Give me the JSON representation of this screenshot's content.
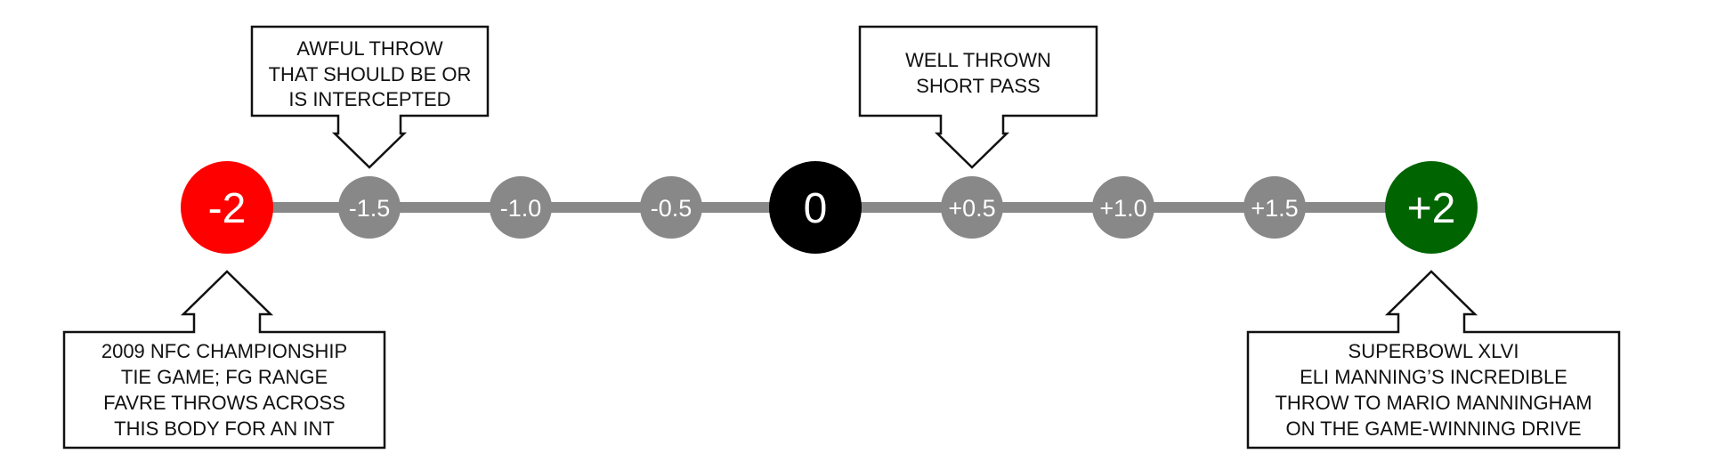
{
  "colors": {
    "track": "#888888",
    "minor_marker": "#888888",
    "negative_extreme": "#ff0000",
    "zero": "#000000",
    "positive_extreme": "#006400",
    "callout_border": "#111111",
    "callout_fill": "#ffffff"
  },
  "scale": {
    "markers": [
      {
        "label": "-2",
        "value": -2,
        "kind": "negative-extreme"
      },
      {
        "label": "-1.5",
        "value": -1.5,
        "kind": "minor"
      },
      {
        "label": "-1.0",
        "value": -1.0,
        "kind": "minor"
      },
      {
        "label": "-0.5",
        "value": -0.5,
        "kind": "minor"
      },
      {
        "label": "0",
        "value": 0,
        "kind": "zero"
      },
      {
        "label": "+0.5",
        "value": 0.5,
        "kind": "minor"
      },
      {
        "label": "+1.0",
        "value": 1.0,
        "kind": "minor"
      },
      {
        "label": "+1.5",
        "value": 1.5,
        "kind": "minor"
      },
      {
        "label": "+2",
        "value": 2,
        "kind": "positive-extreme"
      }
    ]
  },
  "callouts": [
    {
      "target": "-1.5",
      "direction": "above",
      "lines": [
        "AWFUL THROW",
        "THAT SHOULD BE OR",
        "IS INTERCEPTED"
      ]
    },
    {
      "target": "+0.5",
      "direction": "above",
      "lines": [
        "WELL THROWN",
        "SHORT PASS"
      ]
    },
    {
      "target": "-2",
      "direction": "below",
      "lines": [
        "2009 NFC CHAMPIONSHIP",
        "TIE GAME; FG RANGE",
        "FAVRE THROWS ACROSS",
        "THIS BODY FOR AN INT"
      ]
    },
    {
      "target": "+2",
      "direction": "below",
      "lines": [
        "SUPERBOWL XLVI",
        "ELI MANNING’S INCREDIBLE",
        "THROW TO MARIO MANNINGHAM",
        "ON THE GAME-WINNING DRIVE"
      ]
    }
  ]
}
